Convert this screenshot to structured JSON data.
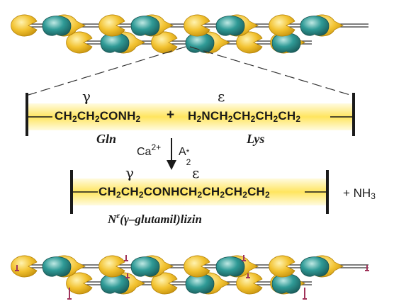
{
  "labels": {
    "gamma_top": "γ",
    "epsilon_top": "ε",
    "gln_part": {
      "a": "CH",
      "a_sub": "2",
      "b": "CH",
      "b_sub": "2",
      "c": "CONH",
      "c_sub": "2"
    },
    "plus": "+",
    "lys_part": {
      "a": "H",
      "a_sub": "2",
      "b": "NCH",
      "b_sub": "2",
      "c": "CH",
      "c_sub": "2",
      "d": "CH",
      "d_sub": "2",
      "e": "CH",
      "e_sub": "2"
    },
    "gln_name": "Gln",
    "lys_name": "Lys",
    "ca": "Ca",
    "ca_sup": "2+",
    "enzyme": "A",
    "enzyme_sup": "*",
    "enzyme_sub": "2",
    "gamma_mid": "γ",
    "epsilon_mid": "ε",
    "product": {
      "a": "CH",
      "a_sub": "2",
      "b": "CH",
      "b_sub": "2",
      "c": "CONHCH",
      "c_sub": "2",
      "d": "CH",
      "d_sub": "2",
      "e": "CH",
      "e_sub": "2",
      "f": "CH",
      "f_sub": "2"
    },
    "nh3_plus": "+ NH",
    "nh3_sub": "3",
    "product_name_n": "N",
    "product_name_sup": "ε",
    "product_name_rest": "(γ–glutamil)lizin"
  },
  "colors": {
    "yellow_monomer": "#f2c230",
    "teal_monomer": "#2f9a96",
    "band": "#ffe77a",
    "line": "#1a1a1a",
    "crosslink": "#a0335a"
  }
}
